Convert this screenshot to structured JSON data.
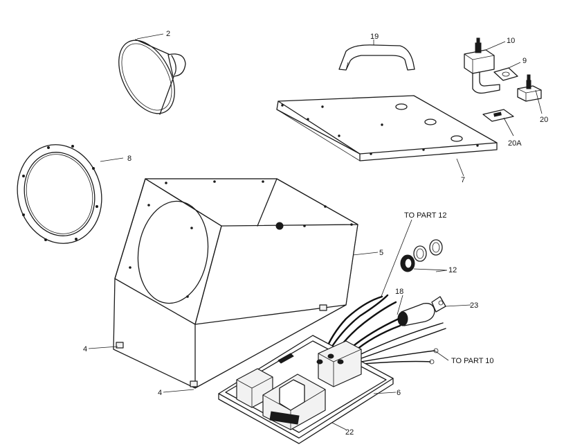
{
  "labels": {
    "p2": "2",
    "p19": "19",
    "p10": "10",
    "p9": "9",
    "p20": "20",
    "p20a": "20A",
    "p7": "7",
    "p8": "8",
    "p5": "5",
    "to_part_12": "TO PART 12",
    "p12": "12",
    "p18": "18",
    "p23": "23",
    "to_part_10": "TO PART 10",
    "p4_upper": "4",
    "p4_lower": "4",
    "p6": "6",
    "p22": "22"
  }
}
